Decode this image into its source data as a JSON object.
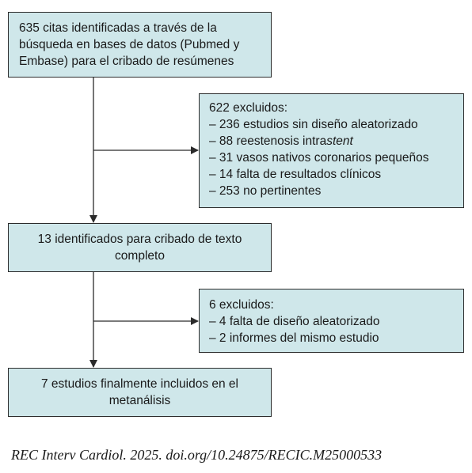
{
  "flowchart": {
    "box1": {
      "lines": [
        "635 citas identificadas a través de la",
        "búsqueda en bases de datos (Pubmed y",
        "Embase) para el cribado de resúmenes"
      ]
    },
    "box2": {
      "lines": [
        "622 excluidos:",
        "– 236 estudios sin diseño aleatorizado",
        "– 31 vasos nativos coronarios pequeños",
        "– 14 falta de resultados clínicos",
        "– 253 no pertinentes"
      ],
      "restenosis_prefix": "– 88 reestenosis intra",
      "restenosis_italic": "stent"
    },
    "box3": {
      "lines": [
        "13 identificados para cribado de texto",
        "completo"
      ]
    },
    "box4": {
      "lines": [
        "6 excluidos:",
        "– 4 falta de diseño aleatorizado",
        "– 2 informes del mismo estudio"
      ]
    },
    "box5": {
      "lines": [
        "7 estudios finalmente incluidos en el",
        "metanálisis"
      ]
    },
    "colors": {
      "box_fill": "#cfe7ea",
      "line": "#2b2b2b"
    }
  },
  "caption": "REC Interv Cardiol. 2025. doi.org/10.24875/RECIC.M25000533"
}
